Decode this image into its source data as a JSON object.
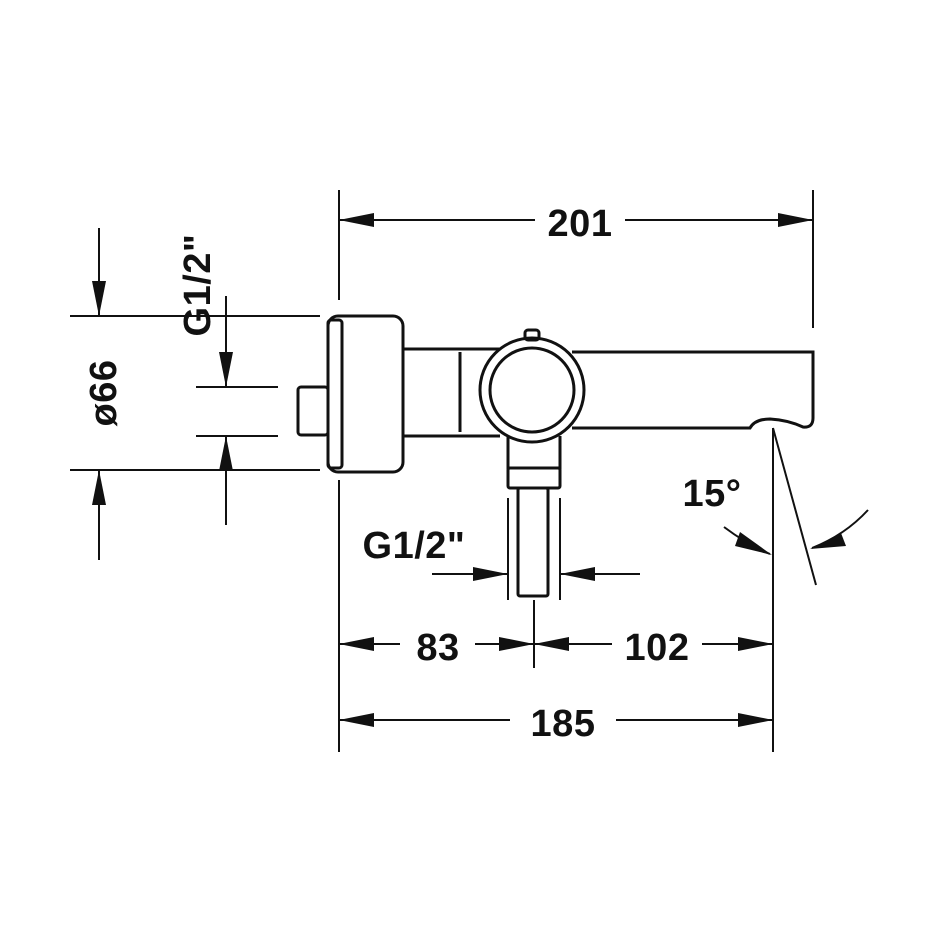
{
  "dimensions": {
    "overall_length": "201",
    "outlet_offset": "185",
    "inlet_to_lever": "83",
    "lever_to_outlet": "102",
    "diameter": "ø66",
    "thread_side": "G1/2\"",
    "thread_bottom": "G1/2\"",
    "spout_angle": "15°"
  }
}
